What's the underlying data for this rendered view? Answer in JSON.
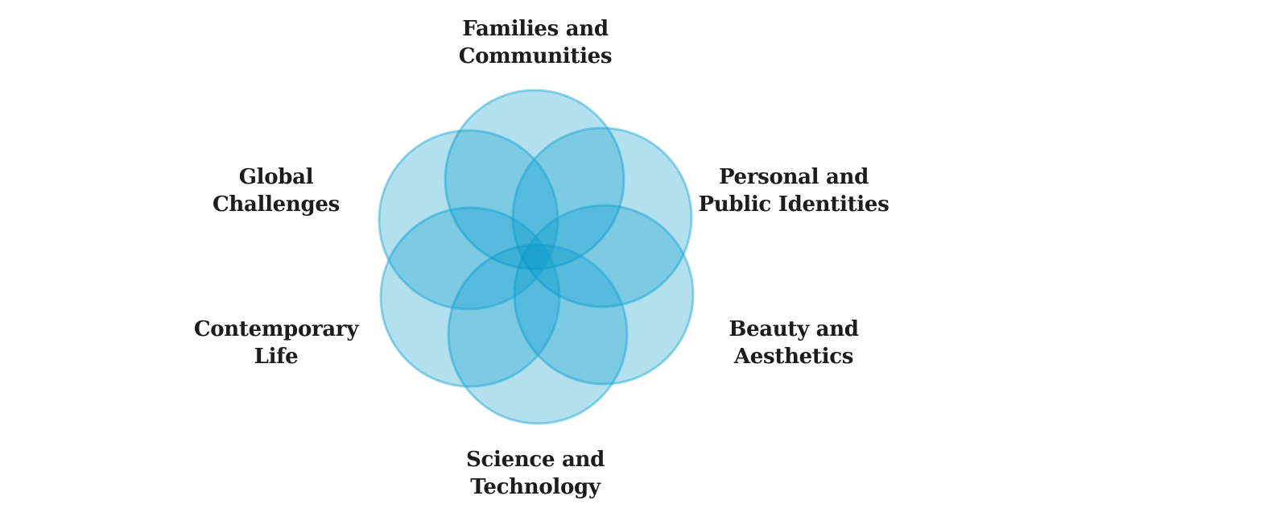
{
  "diagram": {
    "circle_color": "#0098c9",
    "stroke_color": "#1aa3d1",
    "themes": [
      {
        "id": "families",
        "line1": "Families and",
        "line2": "Communities"
      },
      {
        "id": "personal",
        "line1": "Personal and",
        "line2": "Public Identities"
      },
      {
        "id": "beauty",
        "line1": "Beauty and",
        "line2": "Aesthetics"
      },
      {
        "id": "science",
        "line1": "Science and",
        "line2": "Technology"
      },
      {
        "id": "contemporary",
        "line1": "Contemporary",
        "line2": "Life"
      },
      {
        "id": "global",
        "line1": "Global",
        "line2": "Challenges"
      }
    ]
  }
}
